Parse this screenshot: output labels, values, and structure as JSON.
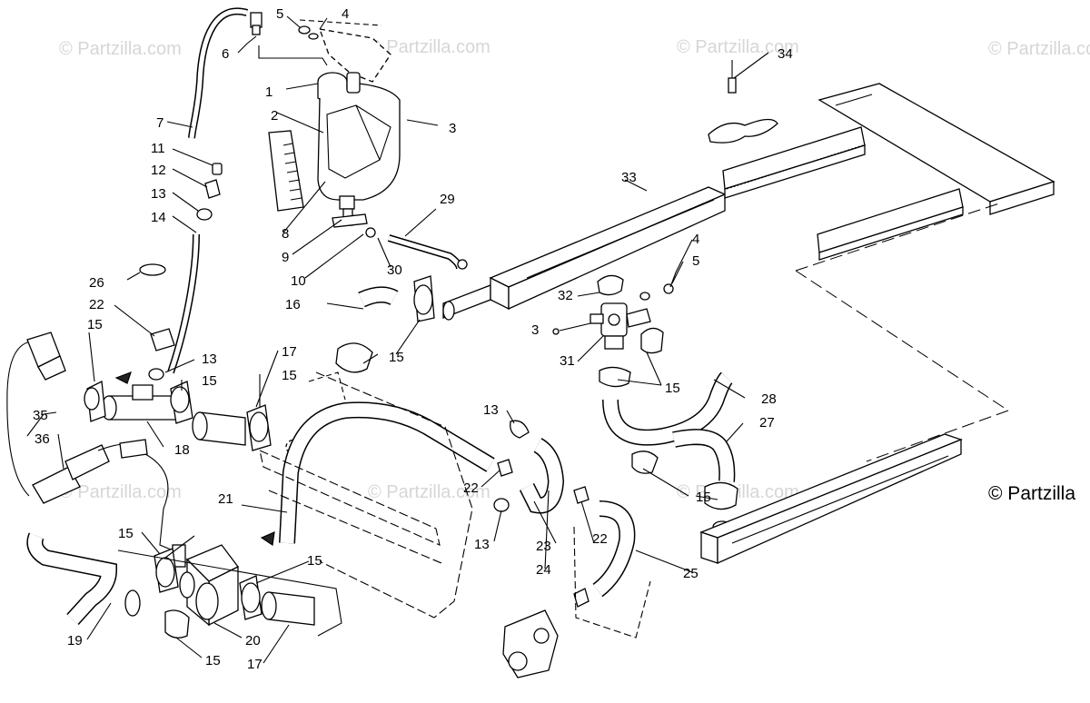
{
  "watermark": {
    "text": "© Partzilla.com"
  },
  "copyright": "© Partzilla",
  "callouts": [
    {
      "label": "1"
    },
    {
      "label": "2"
    },
    {
      "label": "3"
    },
    {
      "label": "3"
    },
    {
      "label": "4"
    },
    {
      "label": "4"
    },
    {
      "label": "5"
    },
    {
      "label": "5"
    },
    {
      "label": "6"
    },
    {
      "label": "7"
    },
    {
      "label": "8"
    },
    {
      "label": "9"
    },
    {
      "label": "10"
    },
    {
      "label": "11"
    },
    {
      "label": "12"
    },
    {
      "label": "13"
    },
    {
      "label": "13"
    },
    {
      "label": "13"
    },
    {
      "label": "13"
    },
    {
      "label": "14"
    },
    {
      "label": "15"
    },
    {
      "label": "15"
    },
    {
      "label": "15"
    },
    {
      "label": "15"
    },
    {
      "label": "15"
    },
    {
      "label": "15"
    },
    {
      "label": "15"
    },
    {
      "label": "15"
    },
    {
      "label": "15"
    },
    {
      "label": "16"
    },
    {
      "label": "17"
    },
    {
      "label": "17"
    },
    {
      "label": "18"
    },
    {
      "label": "19"
    },
    {
      "label": "20"
    },
    {
      "label": "21"
    },
    {
      "label": "22"
    },
    {
      "label": "22"
    },
    {
      "label": "22"
    },
    {
      "label": "23"
    },
    {
      "label": "24"
    },
    {
      "label": "25"
    },
    {
      "label": "26"
    },
    {
      "label": "27"
    },
    {
      "label": "28"
    },
    {
      "label": "29"
    },
    {
      "label": "30"
    },
    {
      "label": "31"
    },
    {
      "label": "32"
    },
    {
      "label": "33"
    },
    {
      "label": "34"
    },
    {
      "label": "35"
    },
    {
      "label": "36"
    }
  ]
}
